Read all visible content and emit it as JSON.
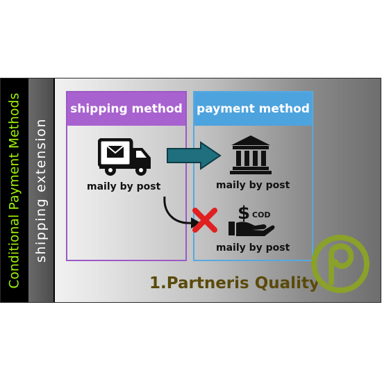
{
  "side": {
    "title": "Conditional Payment Methods",
    "subtitle": "shipping extension"
  },
  "shipping": {
    "header": "shipping method",
    "label": "maily by post"
  },
  "payment": {
    "header": "payment method",
    "bank_label": "maily by post",
    "cod_label": "maily by post",
    "cod_badge": "COD"
  },
  "footer": {
    "brand": "1.Partneris Quality"
  },
  "colors": {
    "shipping_header": "#a862cf",
    "payment_header": "#4da3dd",
    "side_text": "#9ef20a",
    "logo_green": "#8aa12a",
    "arrow_teal": "#1f6f7e",
    "cross_red": "#e02020"
  },
  "icons": [
    "truck-mail-icon",
    "bank-icon",
    "cod-hand-icon",
    "arrow-right-icon",
    "curved-arrow-icon",
    "cross-icon",
    "partneris-logo-icon"
  ]
}
